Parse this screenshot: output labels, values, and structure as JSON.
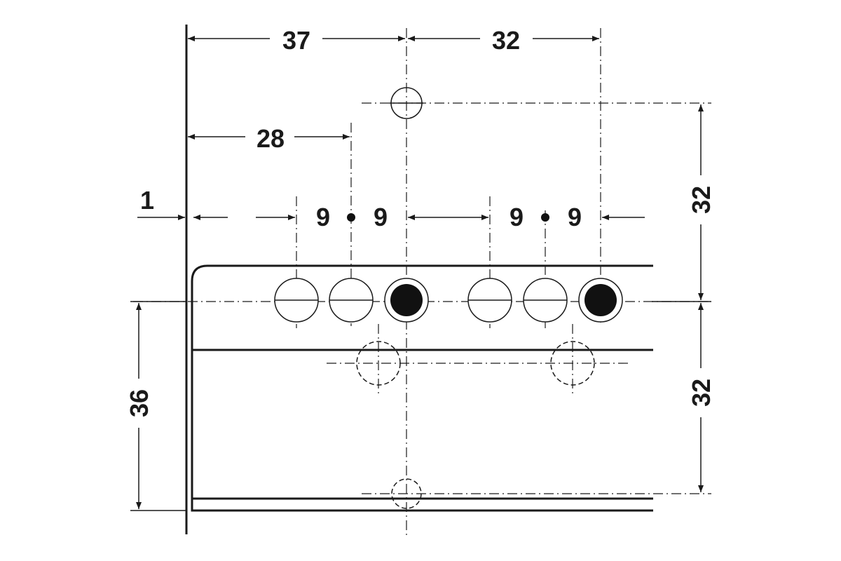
{
  "labels": {
    "top_left_width": "37",
    "top_right_width": "32",
    "mid_width": "28",
    "edge_offset": "1",
    "spacing_a_left": "9",
    "spacing_a_right": "9",
    "spacing_b_left": "9",
    "spacing_b_right": "9",
    "right_upper_height": "32",
    "right_lower_height": "32",
    "left_height": "36"
  },
  "colors": {
    "line": "#1a1a1a",
    "solid_hole": "#111111",
    "background": "#ffffff"
  }
}
